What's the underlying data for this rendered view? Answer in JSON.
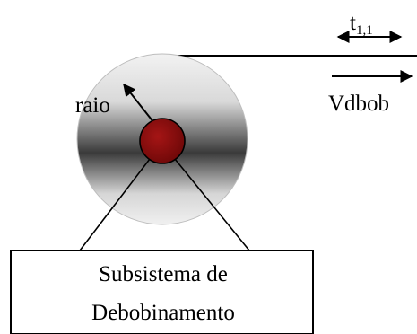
{
  "colors": {
    "ink": "#000000",
    "reel_outer": "#f2f2f2",
    "reel_mid": "#d9d9d9",
    "reel_dark": "#3a3a3a",
    "hub_fill": "#8b0d0d"
  },
  "labels": {
    "radius": "raio",
    "thickness_base": "t",
    "thickness_sub": "1,1",
    "speed": "Vdbob"
  },
  "box": {
    "line1": "Subsistema de",
    "line2": "Debobinamento"
  }
}
